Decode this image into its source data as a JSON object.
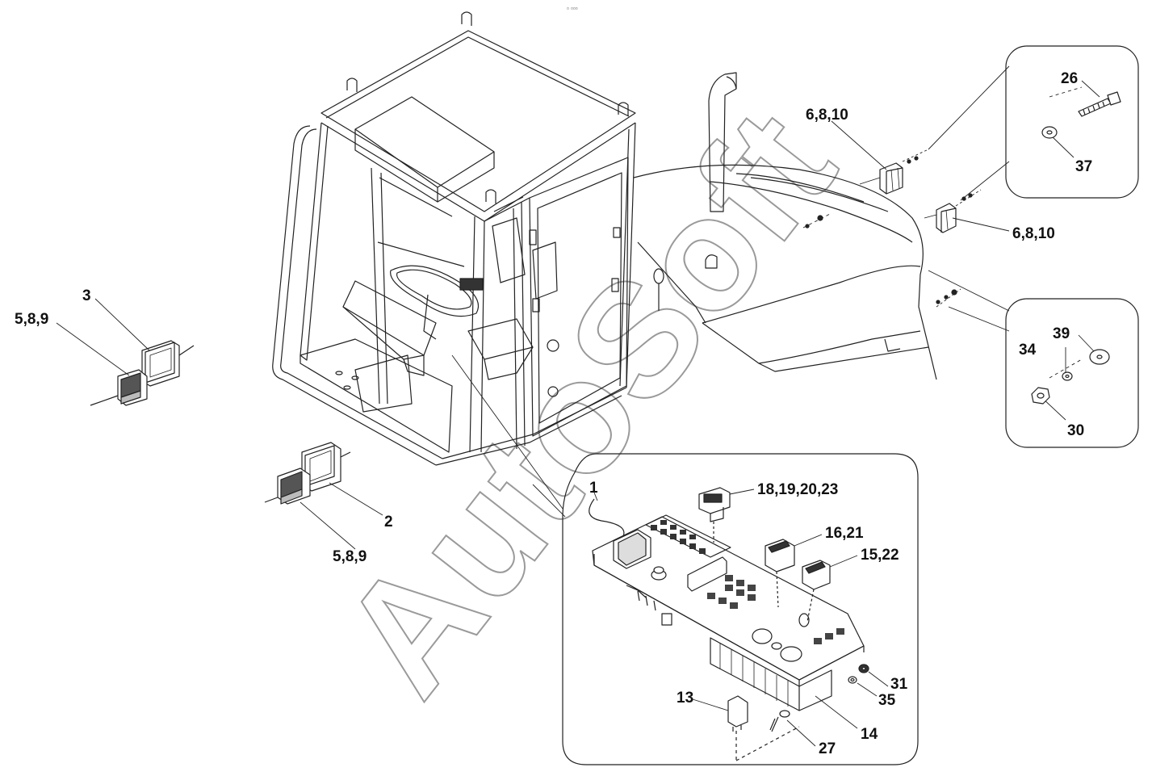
{
  "watermark": "AutoSoft",
  "top_mark": "▫ ▫▫▫",
  "callouts": {
    "c1": "1",
    "c2": "2",
    "c3": "3",
    "c5_8_9_left": "5,8,9",
    "c5_8_9_center": "5,8,9",
    "c6_8_10_top": "6,8,10",
    "c6_8_10_right": "6,8,10",
    "c13": "13",
    "c14": "14",
    "c15_22": "15,22",
    "c16_21": "16,21",
    "c18_19_20_23": "18,19,20,23",
    "c26": "26",
    "c27": "27",
    "c30": "30",
    "c31": "31",
    "c34": "34",
    "c35": "35",
    "c37": "37",
    "c39": "39"
  },
  "colors": {
    "line": "#222222",
    "watermark_stroke": "#9a9a9a",
    "fill_dark": "#333333",
    "fill_mid": "#bbbbbb"
  }
}
